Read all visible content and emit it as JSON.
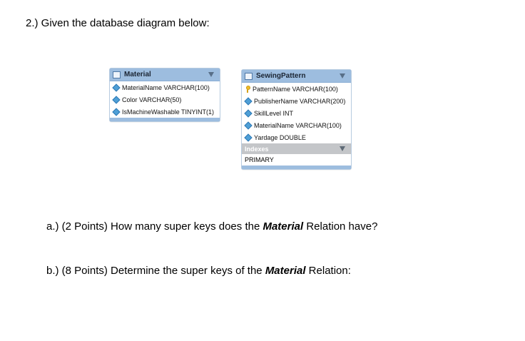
{
  "heading": "2.) Given the database diagram below:",
  "material_table": {
    "title": "Material",
    "columns": [
      {
        "text": "MaterialName VARCHAR(100)",
        "icon": "diamond-icon"
      },
      {
        "text": "Color VARCHAR(50)",
        "icon": "diamond-icon"
      },
      {
        "text": "IsMachineWashable TINYINT(1)",
        "icon": "diamond-icon"
      }
    ]
  },
  "sewing_table": {
    "title": "SewingPattern",
    "columns": [
      {
        "text": "PatternName VARCHAR(100)",
        "icon": "key-icon"
      },
      {
        "text": "PublisherName VARCHAR(200)",
        "icon": "diamond-icon"
      },
      {
        "text": "SkillLevel INT",
        "icon": "diamond-icon"
      },
      {
        "text": "MaterialName VARCHAR(100)",
        "icon": "diamond-icon"
      },
      {
        "text": "Yardage DOUBLE",
        "icon": "diamond-icon"
      }
    ],
    "indexes_label": "Indexes",
    "indexes": [
      "PRIMARY"
    ]
  },
  "question_a": {
    "prefix": "a.) (2 Points) How many super keys does the ",
    "emphasis": "Material",
    "suffix": " Relation have?"
  },
  "question_b": {
    "prefix": "b.) (8 Points) Determine the super keys of the ",
    "emphasis": "Material",
    "suffix": " Relation:"
  },
  "colors": {
    "header_blue": "#9dbddf",
    "index_gray": "#c4c6c9",
    "key_gold": "#f0bd2a",
    "column_diamond": "#4f9fd6"
  }
}
